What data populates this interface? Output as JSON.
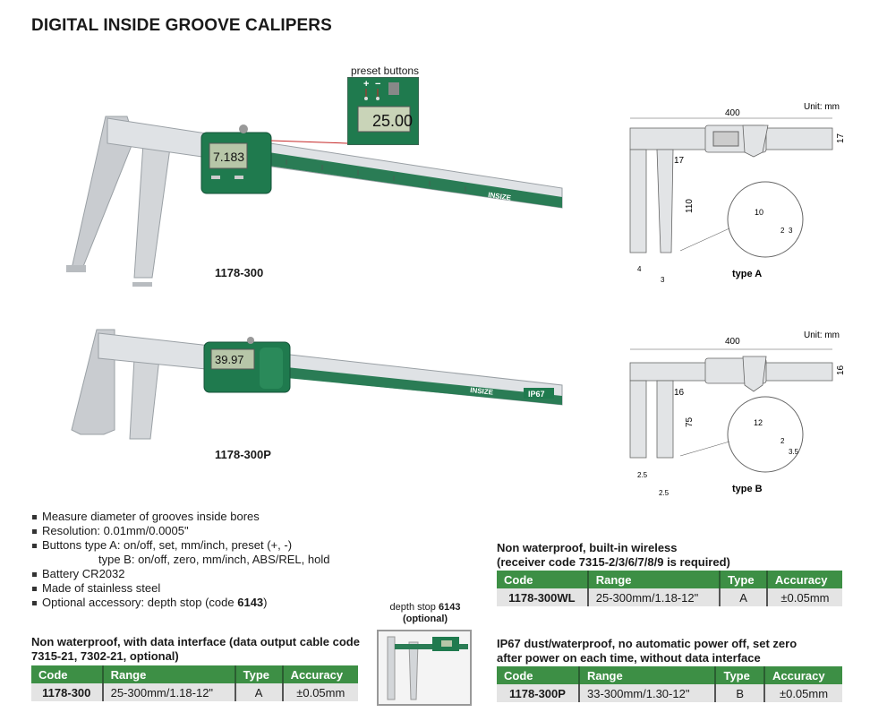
{
  "title": "DIGITAL INSIDE GROOVE CALIPERS",
  "products": {
    "top": {
      "model": "1178-300",
      "display": "7.183",
      "brand": "INSIZE"
    },
    "bottom": {
      "model": "1178-300P",
      "display": "39.97",
      "brand": "INSIZE",
      "badge": "IP67"
    }
  },
  "preset_inset": {
    "label": "preset buttons",
    "plus": "+",
    "minus": "−",
    "display": "25.00"
  },
  "diagram_a": {
    "unit": "Unit: mm",
    "length": "400",
    "height": "17",
    "jaw_width": "17",
    "jaw_depth": "110",
    "tip_length": "10",
    "tip_a": "2",
    "tip_b": "3",
    "foot_a": "4",
    "foot_b": "3",
    "label": "type A"
  },
  "diagram_b": {
    "unit": "Unit: mm",
    "length": "400",
    "height": "16",
    "jaw_width": "16",
    "jaw_depth": "75",
    "tip_length": "12",
    "tip_a": "2",
    "tip_b": "3.5",
    "foot_a": "2.5",
    "foot_b": "2.5",
    "label": "type B"
  },
  "features": [
    "Measure diameter of grooves inside bores",
    "Resolution: 0.01mm/0.0005\"",
    "Buttons type A: on/off, set, mm/inch, preset (+, -)",
    "type B: on/off, zero, mm/inch, ABS/REL, hold",
    "Battery CR2032",
    "Made of stainless steel",
    "Optional accessory: depth stop (code ",
    "6143",
    ")"
  ],
  "depth_stop": {
    "text": "depth stop ",
    "code": "6143",
    "optional": "(optional)"
  },
  "columns": [
    "Code",
    "Range",
    "Type",
    "Accuracy"
  ],
  "tables": [
    {
      "heading": "Non waterproof, with data interface (data output cable code 7315-21, 7302-21, optional)",
      "row": [
        "1178-300",
        "25-300mm/1.18-12\"",
        "A",
        "±0.05mm"
      ]
    },
    {
      "heading_1": "Non waterproof, built-in wireless",
      "heading_2": "(receiver code 7315-2/3/6/7/8/9 is required)",
      "row": [
        "1178-300WL",
        "25-300mm/1.18-12\"",
        "A",
        "±0.05mm"
      ]
    },
    {
      "heading_1": "IP67 dust/waterproof, no automatic power off, set zero",
      "heading_2": "after power on each time, without data interface",
      "row": [
        "1178-300P",
        "33-300mm/1.30-12\"",
        "B",
        "±0.05mm"
      ]
    }
  ],
  "colors": {
    "green": "#3d8f45",
    "body_green": "#1f7a4e",
    "steel": "#c9ccd0",
    "row_bg": "#e4e4e4"
  }
}
